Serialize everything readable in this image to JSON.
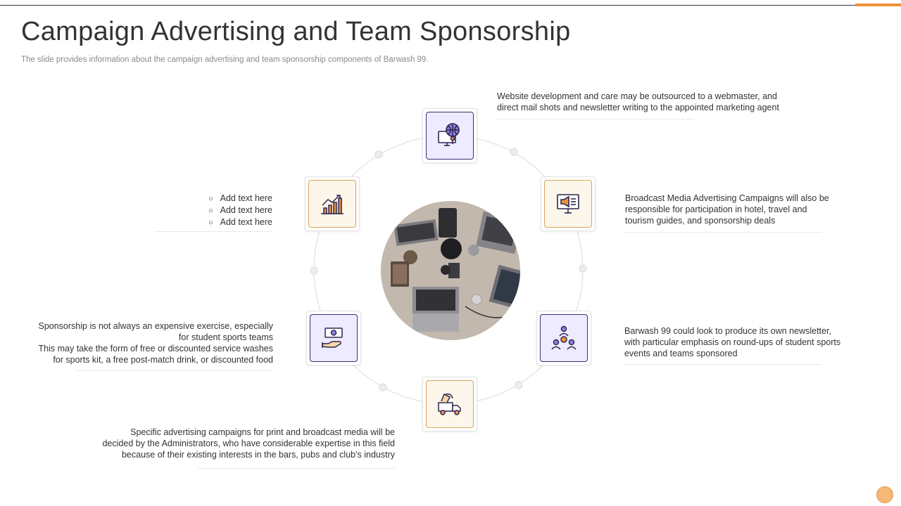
{
  "slide": {
    "title": "Campaign Advertising and Team Sponsorship",
    "subtitle": "The slide provides information about the campaign advertising and team sponsorship components of Barwash 99."
  },
  "colors": {
    "accent": "#f0923a",
    "purple_border": "#3b3170",
    "purple_fill": "#eeeaff",
    "orange_border": "#d8a55c",
    "orange_fill": "#fdf6ea"
  },
  "items": {
    "top": {
      "icon": "globe-monitor-icon",
      "lines": [
        "Website development  and care may be outsourced to a webmaster, and",
        "direct mail shots and newsletter writing to the appointed marketing agent"
      ]
    },
    "upper_right": {
      "icon": "monitor-megaphone-icon",
      "lines": [
        "Broadcast Media Advertising Campaigns will also be",
        "responsible for participation in hotel, travel and",
        "tourism guides, and sponsorship deals"
      ]
    },
    "lower_right": {
      "icon": "team-money-icon",
      "lines": [
        "Barwash 99 could look to produce its own newsletter,",
        "with particular emphasis on round-ups of student sports",
        "events and teams sponsored"
      ]
    },
    "bottom": {
      "icon": "promo-truck-icon",
      "lines": [
        "Specific advertising campaigns for print and broadcast media will be",
        "decided by the Administrators, who have considerable expertise in this field",
        "because of their existing interests in the bars, pubs and club's industry"
      ]
    },
    "lower_left": {
      "icon": "hand-cash-icon",
      "lines": [
        "Sponsorship is not always an expensive  exercise, especially",
        "for student sports teams",
        "This may take the form of free  or discounted service washes",
        "for sports kit, a free post-match drink, or discounted food"
      ]
    },
    "upper_left": {
      "icon": "bar-chart-growth-icon",
      "bullets": [
        "Add text here",
        "Add text here",
        "Add text here"
      ]
    }
  }
}
